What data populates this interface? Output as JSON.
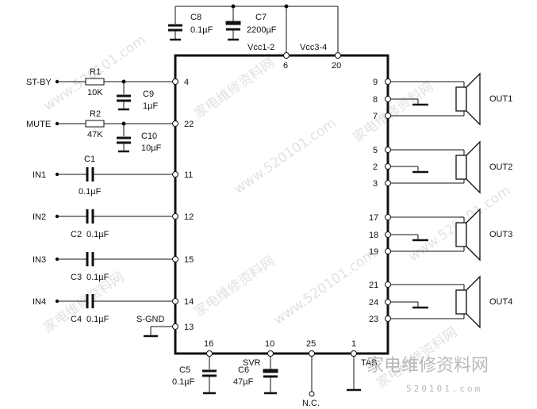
{
  "ic": {
    "pins_left": [
      {
        "num": "4"
      },
      {
        "num": "22"
      },
      {
        "num": "11"
      },
      {
        "num": "12"
      },
      {
        "num": "15"
      },
      {
        "num": "14"
      },
      {
        "num": "13"
      }
    ],
    "pins_top": [
      {
        "num": "6",
        "label": "Vcc1-2"
      },
      {
        "num": "20",
        "label": "Vcc3-4"
      }
    ],
    "pins_right": [
      {
        "num": "9"
      },
      {
        "num": "8"
      },
      {
        "num": "7"
      },
      {
        "num": "5"
      },
      {
        "num": "2"
      },
      {
        "num": "3"
      },
      {
        "num": "17"
      },
      {
        "num": "18"
      },
      {
        "num": "19"
      },
      {
        "num": "21"
      },
      {
        "num": "24"
      },
      {
        "num": "23"
      }
    ],
    "pins_bottom": [
      {
        "num": "16"
      },
      {
        "num": "10",
        "label": "SVR"
      },
      {
        "num": "25"
      },
      {
        "num": "1",
        "label": "TAB"
      }
    ]
  },
  "inputs": {
    "st_by": "ST-BY",
    "mute": "MUTE",
    "in1": "IN1",
    "in2": "IN2",
    "in3": "IN3",
    "in4": "IN4",
    "s_gnd": "S-GND",
    "nc": "N.C."
  },
  "components": {
    "r1": {
      "name": "R1",
      "value": "10K"
    },
    "r2": {
      "name": "R2",
      "value": "47K"
    },
    "c1": {
      "name": "C1",
      "value": "0.1µF"
    },
    "c2": {
      "name": "C2",
      "value": "0.1µF"
    },
    "c3": {
      "name": "C3",
      "value": "0.1µF"
    },
    "c4": {
      "name": "C4",
      "value": "0.1µF"
    },
    "c5": {
      "name": "C5",
      "value": "0.1µF"
    },
    "c6": {
      "name": "C6",
      "value": "47µF"
    },
    "c7": {
      "name": "C7",
      "value": "2200µF"
    },
    "c8": {
      "name": "C8",
      "value": "0.1µF"
    },
    "c9": {
      "name": "C9",
      "value": "1µF"
    },
    "c10": {
      "name": "C10",
      "value": "10µF"
    }
  },
  "outputs": [
    "OUT1",
    "OUT2",
    "OUT3",
    "OUT4"
  ],
  "watermark": {
    "url": "www.520101.com",
    "site": "家电维修资料网",
    "logo": "家电维修资料网",
    "logo_url": "520101.com"
  },
  "colors": {
    "line": "#111111",
    "watermark": "#c0c0c0"
  }
}
